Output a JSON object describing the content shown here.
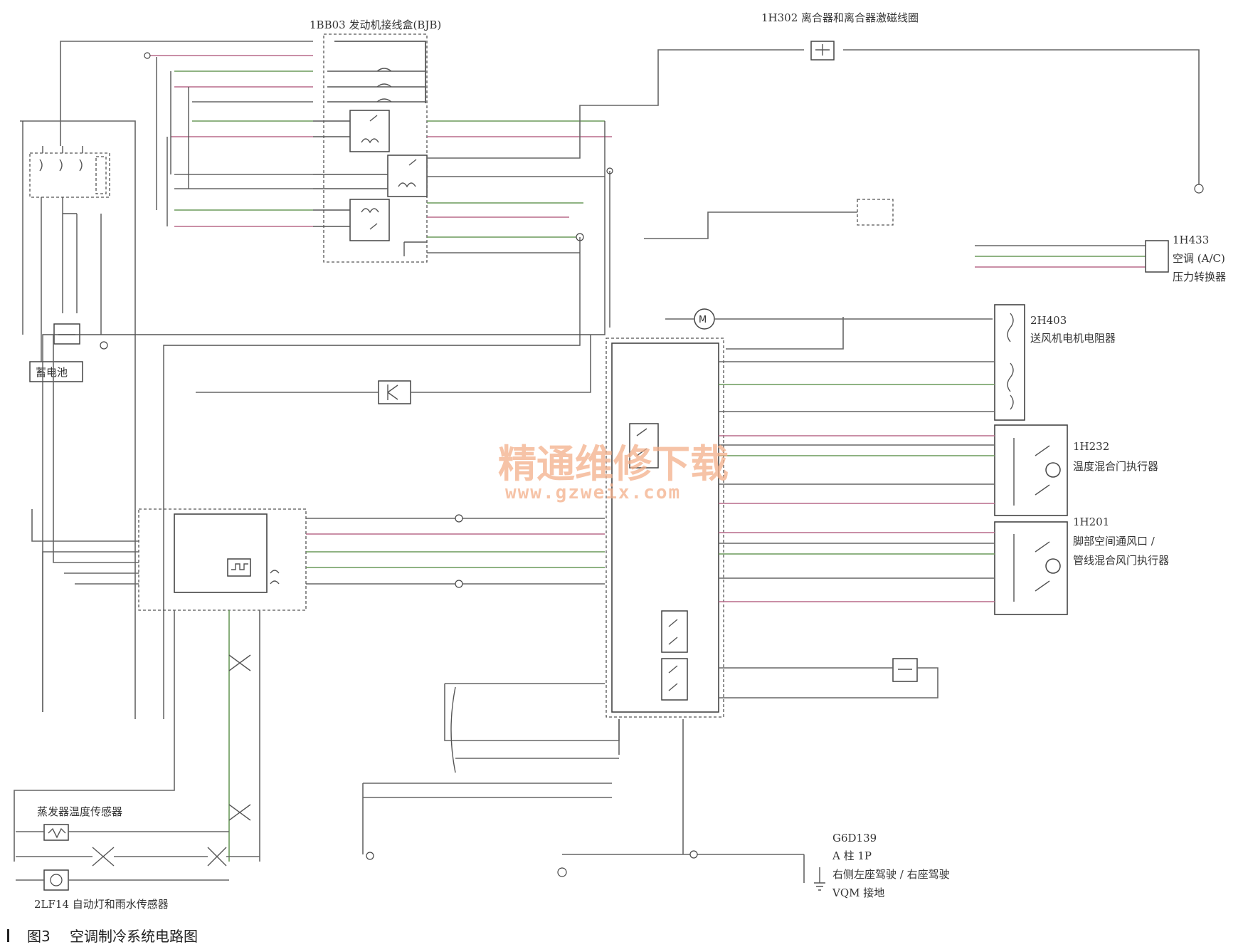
{
  "labels": {
    "bjb": "1BB03 发动机接线盒(BJB)",
    "clutch": "1H302 离合器和离合器激磁线圈",
    "ac_switch_code": "1H433",
    "ac_switch_name1": "空调 (A/C)",
    "ac_switch_name2": "压力转换器",
    "resistor_code": "2H403",
    "resistor_name": "送风机电机电阻器",
    "temp_code": "1H232",
    "temp_name": "温度混合门执行器",
    "foot_code": "1H201",
    "foot_name1": "脚部空间通风口 /",
    "foot_name2": "管线混合风门执行器",
    "battery": "蓄电池",
    "evap_sensor": "蒸发器温度传感器",
    "rain_sensor": "2LF14 自动灯和雨水传感器",
    "ground_code": "G6D139",
    "ground_line1": "A 柱 1P",
    "ground_line2": "右侧左座驾驶 / 右座驾驶",
    "ground_line3": "VQM 接地"
  },
  "watermark": {
    "text": "精通维修下载",
    "url": "www.gzweix.com"
  },
  "caption": {
    "number": "图3",
    "title": "空调制冷系统电路图"
  }
}
